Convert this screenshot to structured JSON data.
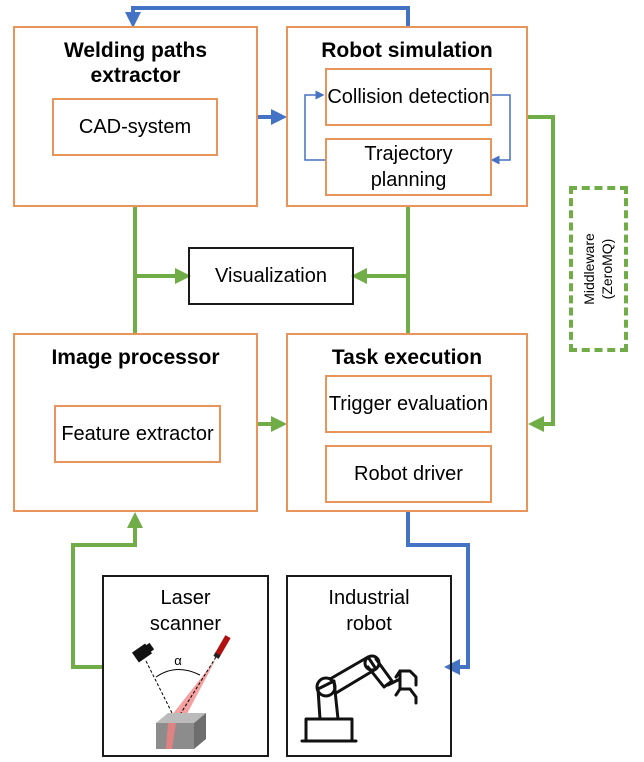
{
  "blocks": {
    "welding": {
      "title": "Welding paths extractor",
      "inner": "CAD-system"
    },
    "robot_sim": {
      "title": "Robot simulation",
      "inner1": "Collision detection",
      "inner2": "Trajectory planning"
    },
    "visualization": {
      "label": "Visualization"
    },
    "image_proc": {
      "title": "Image processor",
      "inner": "Feature extractor"
    },
    "task_exec": {
      "title": "Task execution",
      "inner1": "Trigger evaluation",
      "inner2": "Robot driver"
    },
    "laser": {
      "label": "Laser scanner",
      "angle": "α"
    },
    "industrial": {
      "label": "Industrial robot"
    }
  },
  "middleware": {
    "label1": "Middleware",
    "label2": "(ZeroMQ)"
  },
  "colors": {
    "orange_border": "#e8945a",
    "green_arrow": "#70ad47",
    "blue_arrow": "#4472c4",
    "black_border": "#1a1a1a"
  }
}
